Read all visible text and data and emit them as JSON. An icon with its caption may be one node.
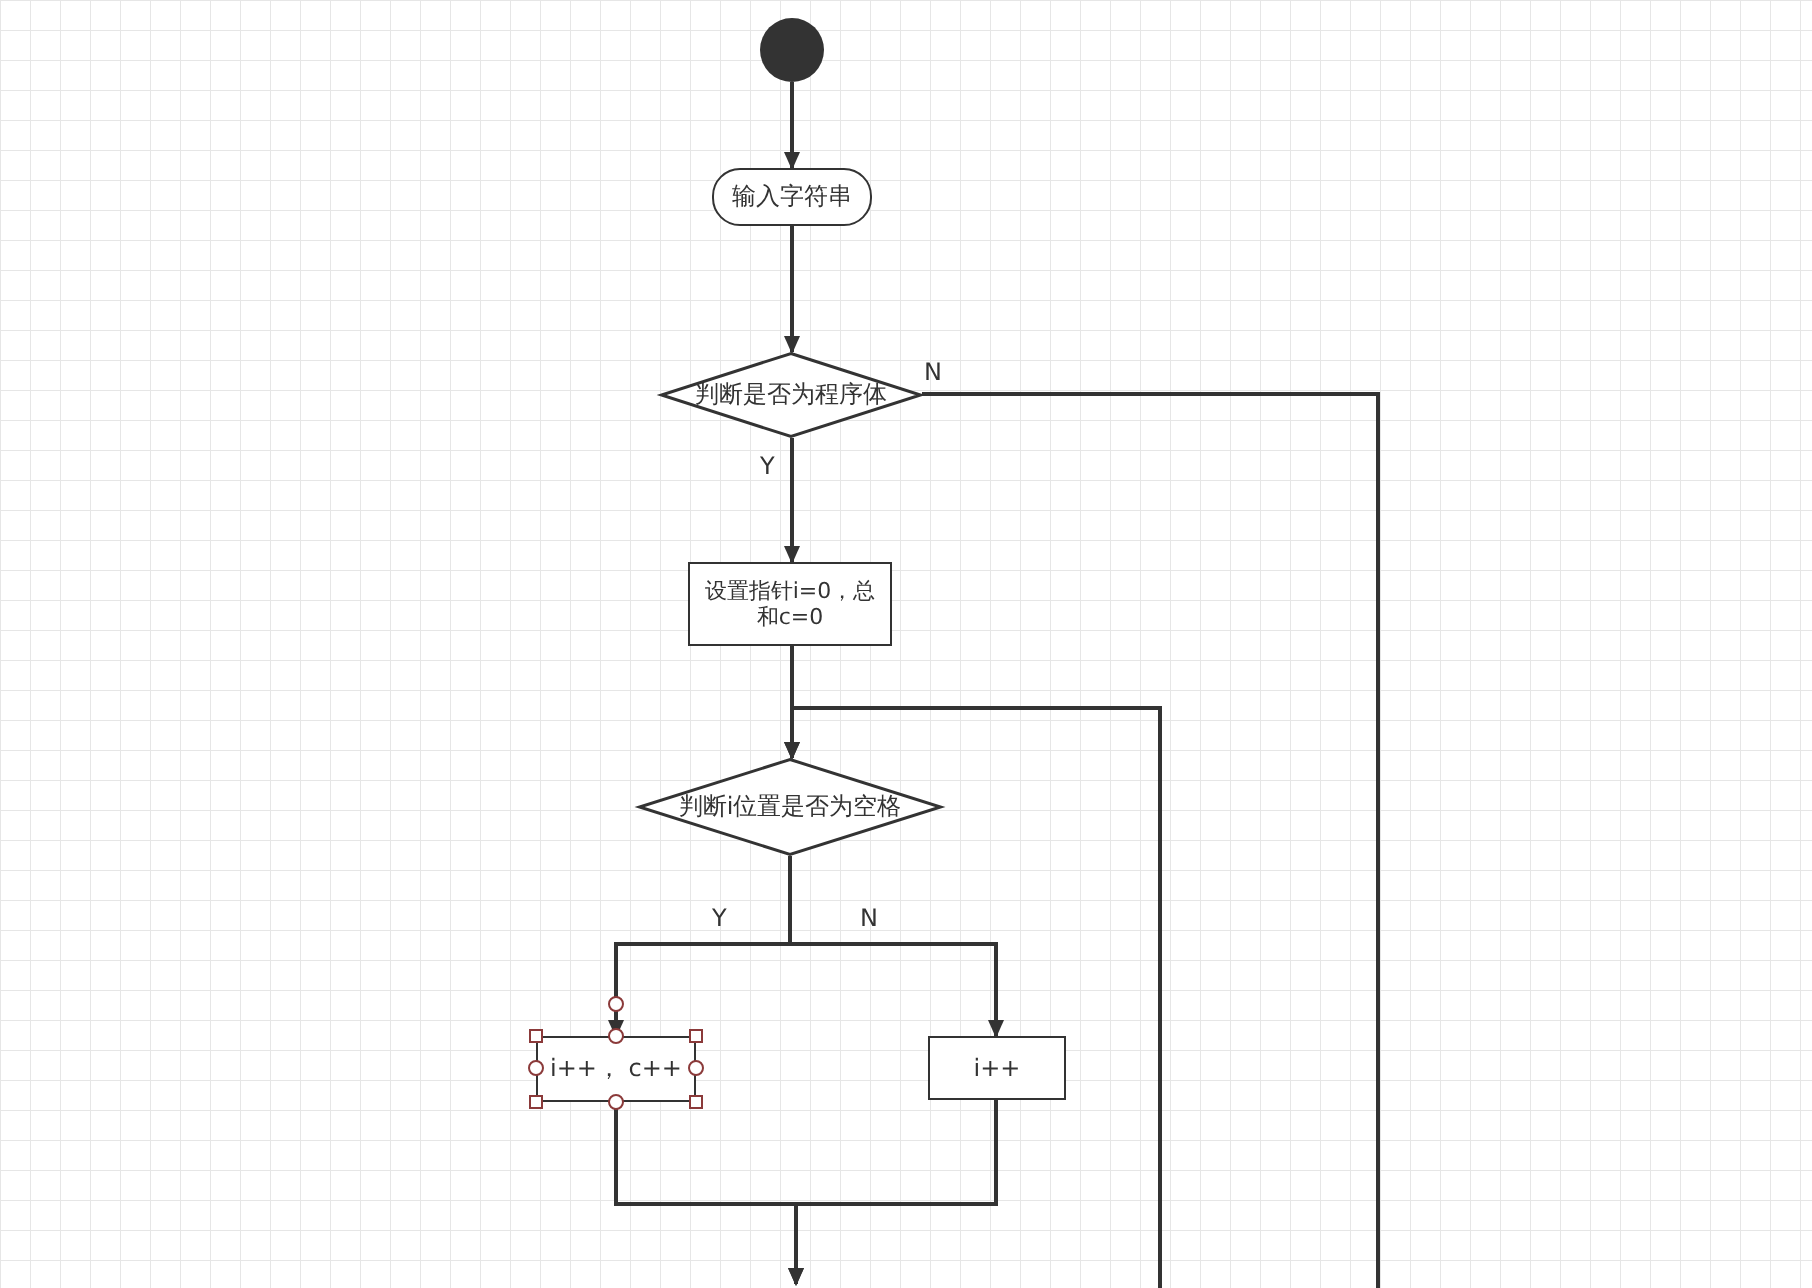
{
  "diagram": {
    "nodes": [
      {
        "text": [],
        "shape": "circle"
      },
      {
        "text": [
          "输入字符串"
        ]
      },
      {
        "text": [
          "判断是否为程序体"
        ]
      },
      {
        "text": [
          "设置指针i=0，总和c=0"
        ]
      },
      {
        "text": [
          "判断i位置是否为空格"
        ]
      },
      {
        "text": [
          "i++， c++"
        ]
      },
      {
        "text": [
          "i++"
        ]
      }
    ],
    "edges": [
      {
        "from": 0,
        "to": 1,
        "arrow": "to"
      },
      {
        "from": 1,
        "to": 2,
        "arrow": "to"
      },
      {
        "from": 2,
        "to": 3,
        "arrow": "to",
        "label": "Y"
      },
      {
        "from": 2,
        "to": null,
        "arrow": "none",
        "label": "N"
      },
      {
        "from": 3,
        "to": 4,
        "arrow": "to"
      },
      {
        "from": null,
        "to": 4,
        "arrow": "to"
      },
      {
        "from": 4,
        "to": 5,
        "arrow": "to",
        "label": "Y"
      },
      {
        "from": 4,
        "to": 6,
        "arrow": "to",
        "label": "N"
      },
      {
        "from": 5,
        "to": null,
        "arrow": "to"
      },
      {
        "from": 6,
        "to": null,
        "arrow": "to"
      }
    ]
  }
}
